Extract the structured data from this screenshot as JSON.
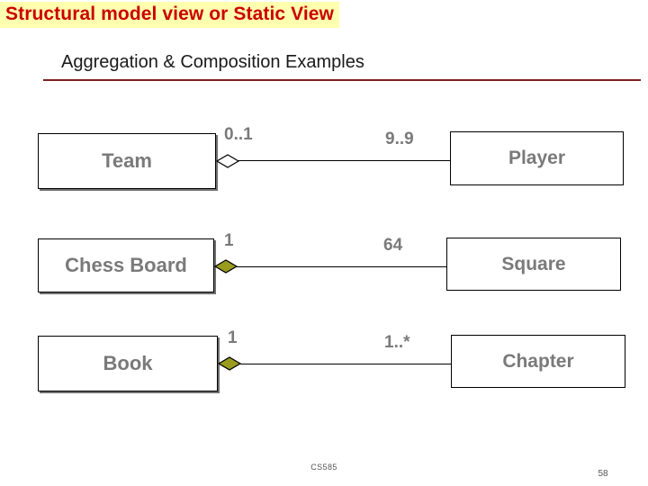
{
  "slide": {
    "title": "Structural model view or Static View",
    "subtitle": "Aggregation & Composition Examples",
    "title_bg_color": "#ffffaf",
    "title_text_color": "#cc0000",
    "rule_color": "#7c2222"
  },
  "diagram": {
    "type": "uml-class-diagram",
    "box_text_color": "#7a7a7a",
    "composition_diamond_color": "#9a9c1e",
    "aggregation_diamond_color": "#ffffff",
    "relations": [
      {
        "whole": "Team",
        "whole_multiplicity": "0..1",
        "part_multiplicity": "9..9",
        "part": "Player",
        "kind": "aggregation"
      },
      {
        "whole": "Chess Board",
        "whole_multiplicity": "1",
        "part_multiplicity": "64",
        "part": "Square",
        "kind": "composition"
      },
      {
        "whole": "Book",
        "whole_multiplicity": "1",
        "part_multiplicity": "1..*",
        "part": "Chapter",
        "kind": "composition"
      }
    ]
  },
  "footer": {
    "course": "CS585",
    "page_number": "58"
  }
}
